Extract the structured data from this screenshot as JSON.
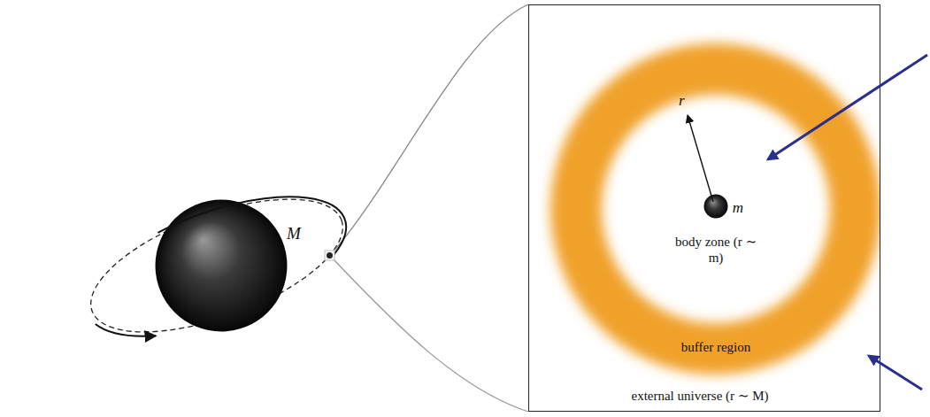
{
  "diagram": {
    "nodes": [
      {
        "text": [
          "M"
        ]
      },
      {
        "text": [
          "external universe (r ∼ M)"
        ]
      },
      {
        "text": [
          "buffer region"
        ],
        "in": 1
      },
      {
        "text": [
          "body zone (r ∼ m)"
        ],
        "in": 2
      },
      {
        "text": [
          "m"
        ],
        "in": 3
      }
    ],
    "labels": [
      "r"
    ]
  }
}
